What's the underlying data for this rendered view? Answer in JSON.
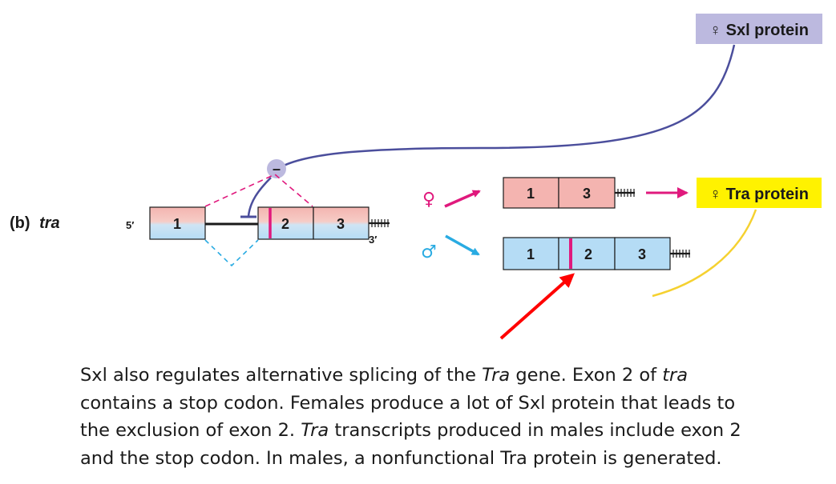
{
  "panel_label": "(b)",
  "gene_name": "tra",
  "five_prime": "5′",
  "three_prime": "3′",
  "repressor_symbol": "–",
  "pre_mrna_exons": [
    "1",
    "2",
    "3"
  ],
  "female_mrna_exons": [
    "1",
    "3"
  ],
  "male_mrna_exons": [
    "1",
    "2",
    "3"
  ],
  "female_symbol": "♀",
  "male_symbol": "♂",
  "sxl_protein_label": "♀ Sxl protein",
  "tra_protein_label": "♀ Tra protein",
  "colors": {
    "female": "#e0197d",
    "male": "#29abe2",
    "sxl_line": "#4b4e9c",
    "sxl_box": "#bcb9df",
    "tra_box": "#fff200",
    "tra_line": "#f5d130",
    "highlight_arrow": "#ff0000",
    "exon_pink": "#f4b4b0",
    "exon_blue": "#b5dcf5"
  },
  "caption": {
    "line1_a": "Sxl also regulates alternative splicing of the ",
    "line1_b": "Tra",
    "line1_c": " gene. Exon 2 of ",
    "line1_d": "tra",
    "line2": "contains a stop codon. Females produce a lot of Sxl protein that leads to",
    "line3_a": "the exclusion of exon 2. ",
    "line3_b": "Tra",
    "line3_c": " transcripts produced in males include exon 2",
    "line4": "and the stop codon. In males, a nonfunctional Tra protein is generated."
  }
}
